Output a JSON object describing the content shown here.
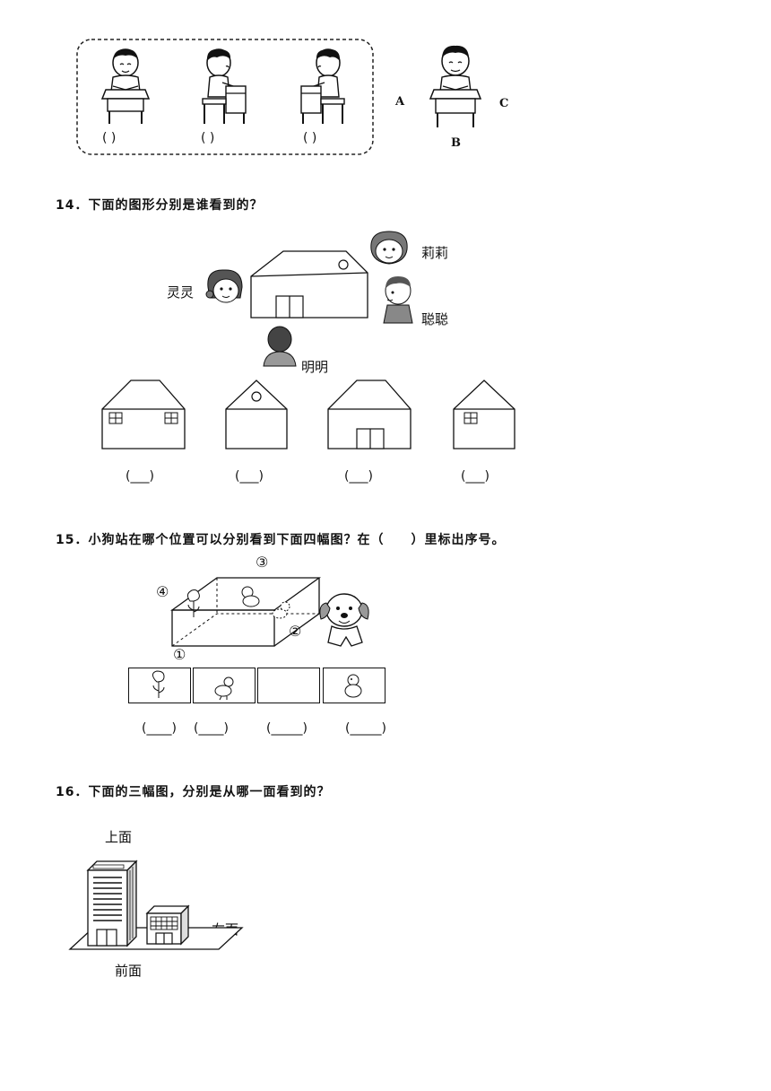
{
  "section13": {
    "blanks": [
      "(      )",
      "(      )",
      "(      )"
    ],
    "positions": {
      "a": "A",
      "b": "B",
      "c": "C"
    }
  },
  "q14": {
    "title": "14．下面的图形分别是谁看到的？",
    "names": {
      "lili": "莉莉",
      "lingling": "灵灵",
      "congcong": "聪聪",
      "mingming": "明明"
    },
    "blanks": [
      "(___)",
      "(___)",
      "(___)",
      "(___)"
    ]
  },
  "q15": {
    "title": "15．小狗站在哪个位置可以分别看到下面四幅图？在（　　）里标出序号。",
    "markers": [
      "①",
      "②",
      "③",
      "④"
    ],
    "blanks": [
      "(____)",
      "(____)",
      "(_____)",
      "(_____)"
    ]
  },
  "q16": {
    "title": "16．下面的三幅图，分别是从哪一面看到的？",
    "labels": {
      "top": "上面",
      "right": "右面",
      "front": "前面"
    }
  }
}
